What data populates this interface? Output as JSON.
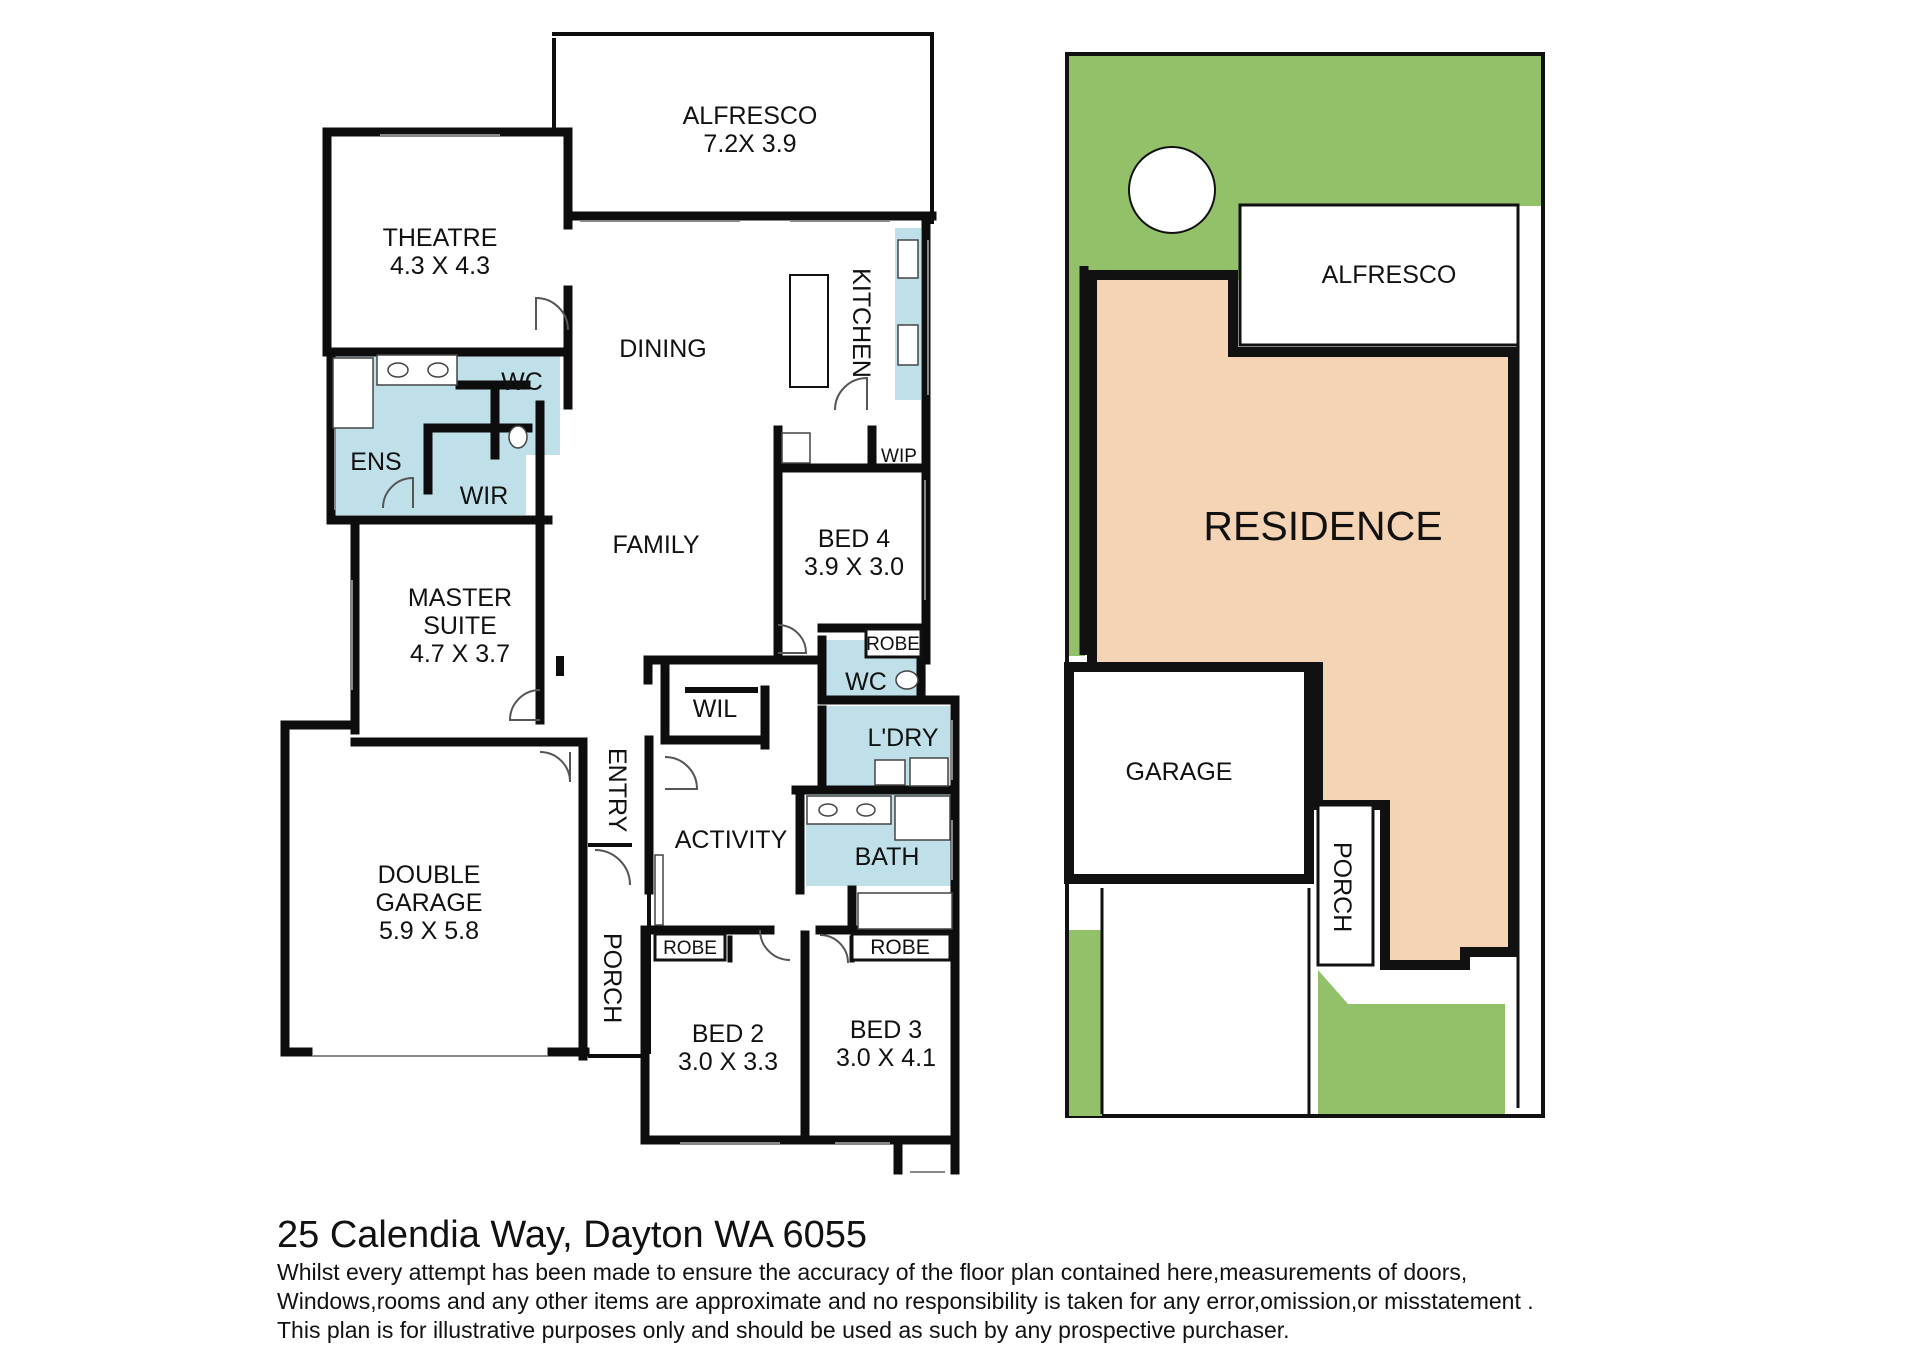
{
  "floor_plan": {
    "rooms": {
      "alfresco": {
        "name": "ALFRESCO",
        "size": "7.2X 3.9"
      },
      "theatre": {
        "name": "THEATRE",
        "size": "4.3 X 4.3"
      },
      "dining": {
        "name": "DINING"
      },
      "kitchen": {
        "name": "KITCHEN"
      },
      "wc_upper": {
        "name": "WC"
      },
      "ens": {
        "name": "ENS"
      },
      "wir": {
        "name": "WIR"
      },
      "wip": {
        "name": "WIP"
      },
      "family": {
        "name": "FAMILY"
      },
      "bed4": {
        "name": "BED 4",
        "size": "3.9 X 3.0"
      },
      "robe_bed4": {
        "name": "ROBE"
      },
      "wc_lower": {
        "name": "WC"
      },
      "master": {
        "name_line1": "MASTER",
        "name_line2": "SUITE",
        "size": "4.7 X 3.7"
      },
      "wil": {
        "name": "WIL"
      },
      "laundry": {
        "name": "L'DRY"
      },
      "entry": {
        "name": "ENTRY"
      },
      "activity": {
        "name": "ACTIVITY"
      },
      "bath": {
        "name": "BATH"
      },
      "garage": {
        "name_line1": "DOUBLE",
        "name_line2": "GARAGE",
        "size": "5.9 X 5.8"
      },
      "porch": {
        "name": "PORCH"
      },
      "robe_bed2": {
        "name": "ROBE"
      },
      "robe_bed3": {
        "name": "ROBE"
      },
      "bed2": {
        "name": "BED 2",
        "size": "3.0 X 3.3"
      },
      "bed3": {
        "name": "BED 3",
        "size": "3.0 X 4.1"
      }
    }
  },
  "site_plan": {
    "alfresco": "ALFRESCO",
    "residence": "RESIDENCE",
    "garage": "GARAGE",
    "porch": "PORCH",
    "colors": {
      "lawn": "#93c16a",
      "residence": "#f4d4b5",
      "wet_area": "#bfe0e8"
    }
  },
  "footer": {
    "address": "25 Calendia Way, Dayton WA 6055",
    "disclaimer_1": "Whilst every attempt has been made to ensure the accuracy of the floor plan contained here,measurements of doors,",
    "disclaimer_2": "Windows,rooms and any other items are approximate and no responsibility is taken for any error,omission,or misstatement .",
    "disclaimer_3": "This plan is for illustrative purposes only and should be used as such by any prospective purchaser."
  }
}
